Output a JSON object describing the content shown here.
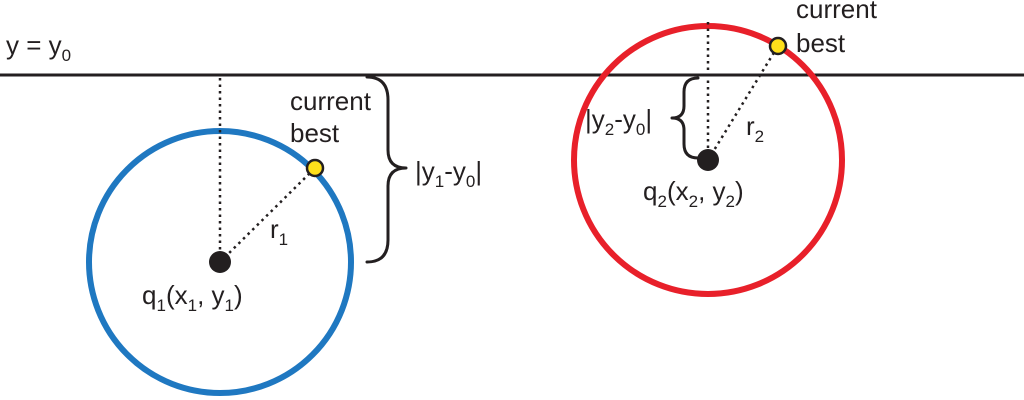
{
  "line_label": {
    "base": "y = y",
    "sub": "0"
  },
  "colors": {
    "ink": "#231f20",
    "circle_1": "#1f78c1",
    "circle_2": "#e8202a",
    "best_point": "#ffe01b"
  },
  "query_1": {
    "q": "q",
    "q_sub": "1",
    "open": "(x",
    "x_sub": "1",
    "mid": ", y",
    "y_sub": "1",
    "close": ")",
    "radius": "r",
    "radius_sub": "1",
    "best_line1": "current",
    "best_line2": "best",
    "dist_open": "|y",
    "dist_sub1": "1",
    "dist_mid": "-y",
    "dist_sub2": "0",
    "dist_close": "|"
  },
  "query_2": {
    "q": "q",
    "q_sub": "2",
    "open": "(x",
    "x_sub": "2",
    "mid": ", y",
    "y_sub": "2",
    "close": ")",
    "radius": "r",
    "radius_sub": "2",
    "best_line1": "current",
    "best_line2": "best",
    "dist_open": "|y",
    "dist_sub1": "2",
    "dist_mid": "-y",
    "dist_sub2": "0",
    "dist_close": "|"
  }
}
